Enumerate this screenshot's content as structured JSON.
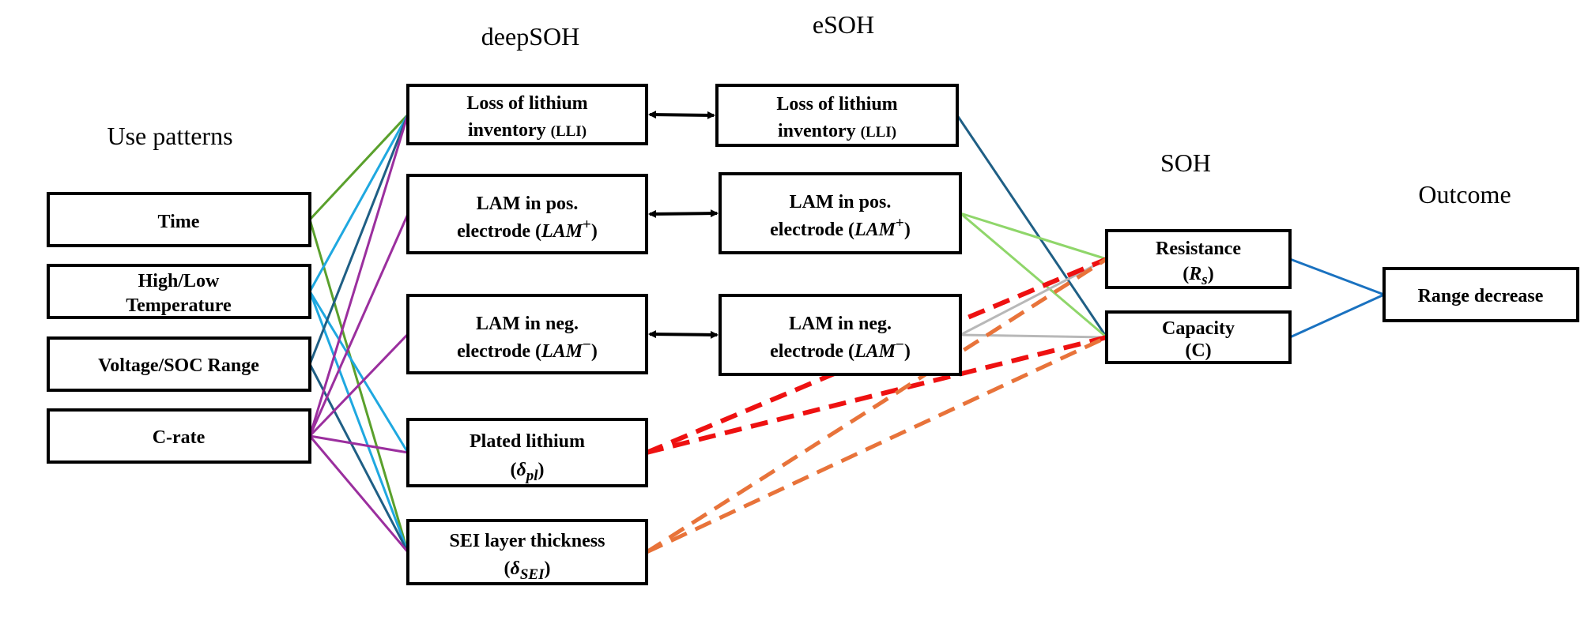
{
  "column_titles": {
    "use_patterns": "Use patterns",
    "deepsoh": "deepSOH",
    "esoh": "eSOH",
    "soh": "SOH",
    "outcome": "Outcome"
  },
  "use_patterns": {
    "time": "Time",
    "temperature_line1": "High/Low",
    "temperature_line2": "Temperature",
    "voltage": "Voltage/SOC Range",
    "crate": "C-rate"
  },
  "deepsoh": {
    "lli_line1": "Loss of lithium",
    "lli_line2": "inventory",
    "lli_abbr": "(LLI)",
    "lampos_line1": "LAM in pos.",
    "lampos_line2": "electrode (",
    "lampos_sym": "LAM",
    "lampos_sup": "+",
    "lampos_close": ")",
    "lamneg_line1": "LAM in neg.",
    "lamneg_line2": "electrode (",
    "lamneg_sym": "LAM",
    "lamneg_sup": "−",
    "lamneg_close": ")",
    "plated_line1": "Plated lithium",
    "plated_open": "(",
    "plated_sym": "δ",
    "plated_sub": "pl",
    "plated_close": ")",
    "sei_line1": "SEI layer thickness",
    "sei_open": "(",
    "sei_sym": "δ",
    "sei_sub": "SEI",
    "sei_close": ")"
  },
  "esoh": {
    "lli_line1": "Loss of lithium",
    "lli_line2": "inventory",
    "lli_abbr": "(LLI)",
    "lampos_line1": "LAM in pos.",
    "lampos_line2": "electrode (",
    "lampos_sym": "LAM",
    "lampos_sup": "+",
    "lampos_close": ")",
    "lamneg_line1": "LAM in neg.",
    "lamneg_line2": "electrode (",
    "lamneg_sym": "LAM",
    "lamneg_sup": "−",
    "lamneg_close": ")"
  },
  "soh": {
    "resistance_line1": "Resistance",
    "resistance_open": "(",
    "resistance_sym": "R",
    "resistance_sub": "s",
    "resistance_close": ")",
    "capacity_line1": "Capacity",
    "capacity_line2": "(C)"
  },
  "outcome": {
    "range": "Range decrease"
  },
  "colors": {
    "green": "#5aa02c",
    "lightblue": "#1fa8e0",
    "navy": "#1f5f85",
    "purple": "#9b2f9e",
    "lightgreen": "#8fd66a",
    "gray": "#b8b8b8",
    "red": "#ee1111",
    "orange": "#e8733a",
    "blue": "#1a72c0",
    "black": "#000000"
  }
}
